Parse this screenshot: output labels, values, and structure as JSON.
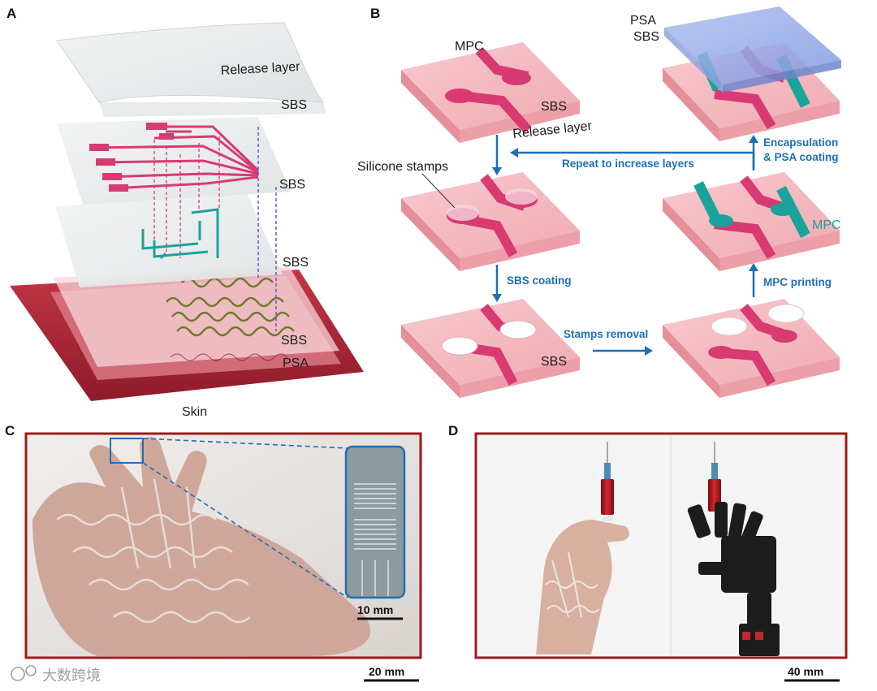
{
  "panels": {
    "a": {
      "letter": "A",
      "layers": [
        "Release layer",
        "SBS",
        "SBS",
        "SBS",
        "SBS",
        "PSA",
        "Skin"
      ]
    },
    "b": {
      "letter": "B",
      "labels": {
        "mpc_top": "MPC",
        "sbs_1": "SBS",
        "release_layer": "Release layer",
        "silicone_stamps": "Silicone stamps",
        "sbs_coated": "SBS",
        "psa": "PSA",
        "sbs_top": "SBS",
        "mpc_teal": "MPC"
      },
      "steps": {
        "repeat": "Repeat to increase layers",
        "encapsulation_1": "Encapsulation",
        "encapsulation_2": "& PSA coating",
        "sbs_coating": "SBS coating",
        "mpc_printing": "MPC printing",
        "stamps_removal": "Stamps removal"
      }
    },
    "c": {
      "letter": "C",
      "scale_photo": "20 mm",
      "scale_inset": "10 mm"
    },
    "d": {
      "letter": "D",
      "scale_photo": "40 mm"
    }
  },
  "watermark": "大数跨境",
  "colors": {
    "accent_blue": "#1f6fb5",
    "panel_frame": "#9e1b1b",
    "trace_pink": "#d83a72",
    "trace_teal": "#1aa39a",
    "slab_pink": "#f3b8bf",
    "skin": "#b3283a"
  }
}
